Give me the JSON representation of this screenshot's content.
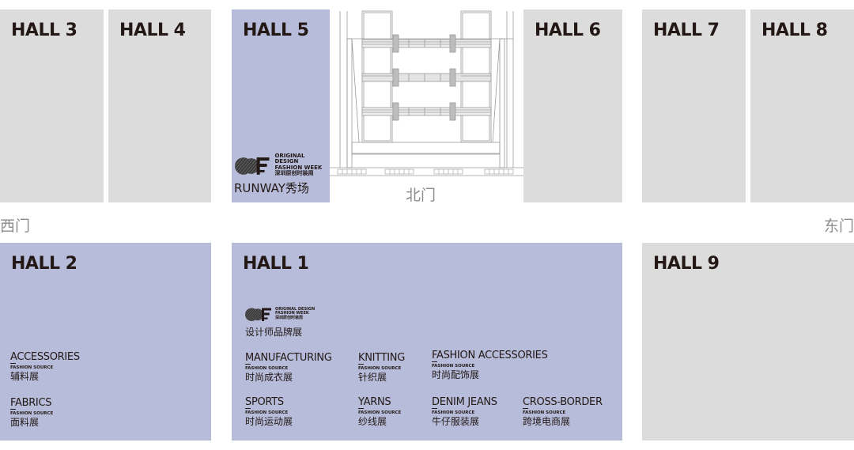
{
  "colors": {
    "hall_gray": "#dcdcdc",
    "hall_highlight": "#b6bcda",
    "text_dark": "#231815",
    "gate_text": "#8c8c8c"
  },
  "halls": {
    "hall3": {
      "title": "HALL 3"
    },
    "hall4": {
      "title": "HALL 4"
    },
    "hall5": {
      "title": "HALL 5",
      "logo": {
        "line1": "ORIGINAL DESIGN",
        "line2": "FASHION WEEK",
        "line3": "深圳原创时装周"
      },
      "label": "RUNWAY秀场"
    },
    "hall6": {
      "title": "HALL 6"
    },
    "hall7": {
      "title": "HALL 7"
    },
    "hall8": {
      "title": "HALL 8"
    },
    "hall2": {
      "title": "HALL 2",
      "categories": [
        {
          "en": "ACCESSORIES",
          "source": "FASHION SOURCE",
          "zh": "辅料展"
        },
        {
          "en": "FABRICS",
          "source": "FASHION SOURCE",
          "zh": "面料展"
        }
      ]
    },
    "hall1": {
      "title": "HALL 1",
      "logo": {
        "line1": "ORIGINAL DESIGN",
        "line2": "FASHION WEEK",
        "line3": "深圳原创时装周"
      },
      "designer_label": "设计师品牌展",
      "categories": [
        {
          "en": "MANUFACTURING",
          "source": "FASHION SOURCE",
          "zh": "时尚成衣展"
        },
        {
          "en": "KNITTING",
          "source": "FASHION SOURCE",
          "zh": "针织展"
        },
        {
          "en": "FASHION ACCESSORIES",
          "source": "FASHION SOURCE",
          "zh": "时尚配饰展"
        },
        {
          "en": "SPORTS",
          "source": "FASHION SOURCE",
          "zh": "时尚运动展"
        },
        {
          "en": "YARNS",
          "source": "FASHION SOURCE",
          "zh": "纱线展"
        },
        {
          "en": "DENIM JEANS",
          "source": "FASHION SOURCE",
          "zh": "牛仔服装展"
        },
        {
          "en": "CROSS-BORDER",
          "source": "FASHION SOURCE",
          "zh": "跨境电商展"
        }
      ]
    },
    "hall9": {
      "title": "HALL 9"
    }
  },
  "gates": {
    "west": "西门",
    "north": "北门",
    "east": "东门"
  }
}
